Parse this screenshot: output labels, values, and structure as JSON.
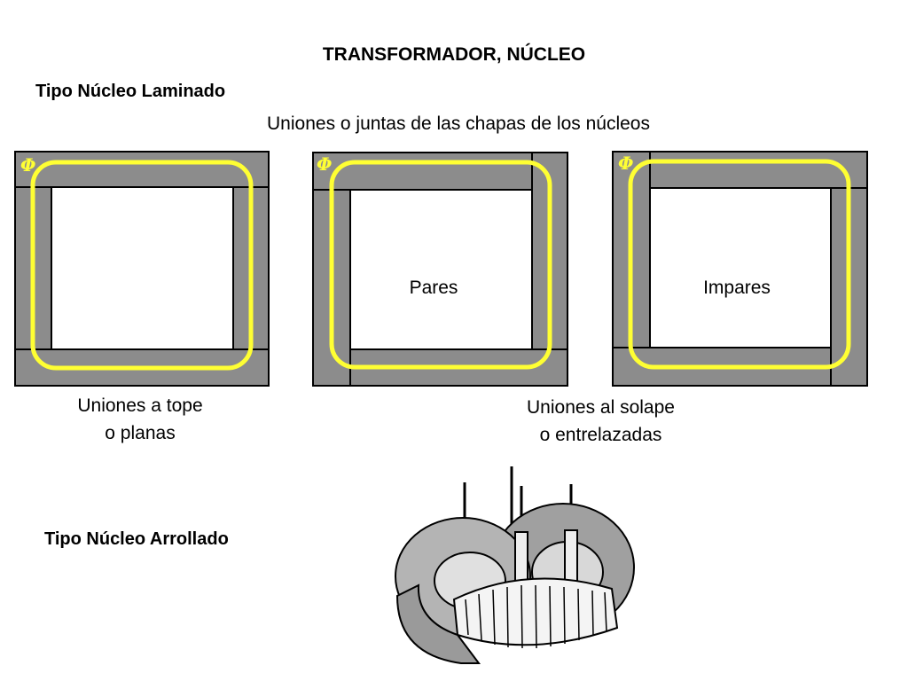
{
  "header": {
    "title": "TRANSFORMADOR, NÚCLEO",
    "section_laminated": "Tipo Núcleo Laminado",
    "joints_title": "Uniones o juntas de las chapas de los núcleos"
  },
  "cores": [
    {
      "flux_symbol": "Φ",
      "inner_label": ""
    },
    {
      "flux_symbol": "Φ",
      "inner_label": "Pares"
    },
    {
      "flux_symbol": "Φ",
      "inner_label": "Impares"
    }
  ],
  "captions": {
    "butt_line1": "Uniones a tope",
    "butt_line2": "o planas",
    "overlap_line1": "Uniones al solape",
    "overlap_line2": "o entrelazadas"
  },
  "section_wound": "Tipo Núcleo Arrollado",
  "colors": {
    "lamination": "#8c8c8c",
    "flux_path": "#ffff33",
    "outline": "#000000"
  }
}
